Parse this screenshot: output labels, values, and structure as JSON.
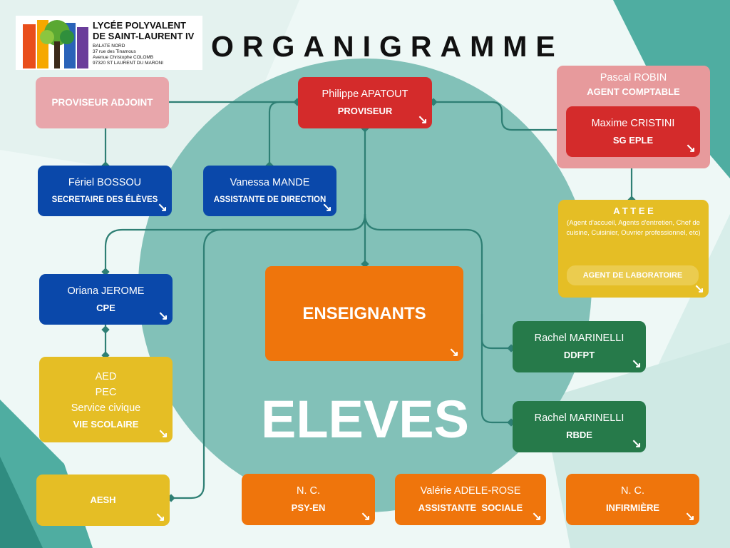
{
  "logo": {
    "line1": "LYCÉE POLYVALENT",
    "line2": "DE SAINT-LAURENT IV",
    "addr1": "BALATE NORD",
    "addr2": "37 rue des Tinamous",
    "addr3": "Avenue Christophe COLOMB",
    "addr4": "97320 ST LAURENT DU MARONI"
  },
  "title": "ORGANIGRAMME",
  "center_label": "ELEVES",
  "nodes": {
    "proviseur": {
      "name": "Philippe APATOUT",
      "role": "PROVISEUR"
    },
    "proviseur_adjoint": {
      "role": "PROVISEUR ADJOINT"
    },
    "agent_comptable": {
      "name": "Pascal ROBIN",
      "role": "AGENT COMPTABLE"
    },
    "sg_eple": {
      "name": "Maxime CRISTINI",
      "role": "SG EPLE"
    },
    "secretaire": {
      "name": "Fériel BOSSOU",
      "role": "SECRETAIRE DES ÉLÈVES"
    },
    "assistante_direction": {
      "name": "Vanessa MANDE",
      "role": "ASSISTANTE DE DIRECTION"
    },
    "attee": {
      "title": "A T T E E",
      "desc": "(Agent d'accueil, Agents d'entretien, Chef de cuisine, Cuisinier, Ouvrier professionnel, etc)",
      "sub": "AGENT DE LABORATOIRE"
    },
    "cpe": {
      "name": "Oriana JEROME",
      "role": "CPE"
    },
    "enseignants": {
      "role": "ENSEIGNANTS"
    },
    "ddfpt": {
      "name": "Rachel MARINELLI",
      "role": "DDFPT"
    },
    "rbde": {
      "name": "Rachel MARINELLI",
      "role": "RBDE"
    },
    "vie_scolaire": {
      "line1": "AED",
      "line2": "PEC",
      "line3": "Service civique",
      "role": "VIE SCOLAIRE"
    },
    "aesh": {
      "role": "AESH"
    },
    "psy_en": {
      "name": "N. C.",
      "role": "PSY-EN"
    },
    "assistante_sociale": {
      "name": "Valérie ADELE-ROSE",
      "role": "ASSISTANTE  SOCIALE"
    },
    "infirmiere": {
      "name": "N. C.",
      "role": "INFIRMIÈRE"
    }
  },
  "colors": {
    "red": "#d42b2b",
    "pink": "#e8a6ab",
    "blue": "#0a48aa",
    "yellow": "#e5be25",
    "orange": "#ef750c",
    "green": "#267a4a",
    "teal_circle": "#7fbfb6",
    "connector": "#2e7f74"
  },
  "icons": {
    "expand": "arrow-down-right-icon"
  }
}
